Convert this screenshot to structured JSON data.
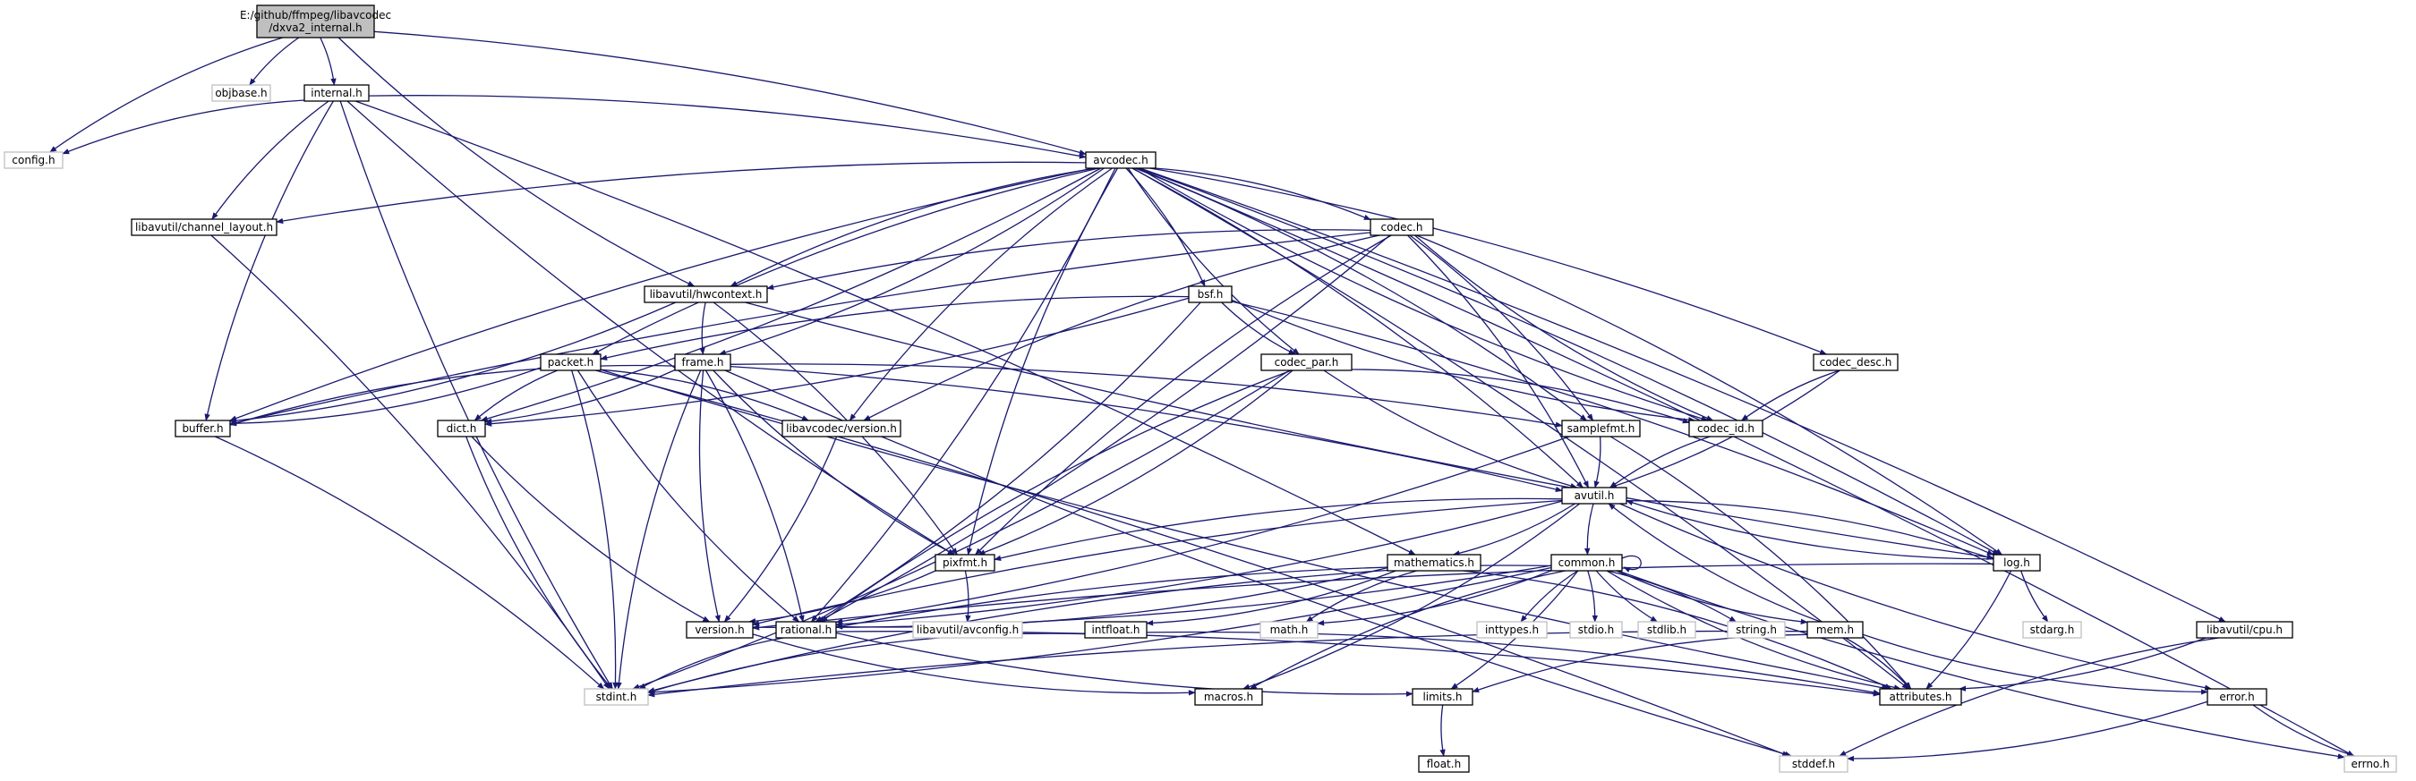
{
  "colors": {
    "edge": "#191970",
    "root_fill": "#bfbfbf",
    "node_fill": "#ffffff",
    "node_border": "#000000",
    "external_border": "#bfbfbf",
    "external_text": "#555555"
  },
  "nodes": [
    {
      "id": "root",
      "lines": [
        "E:/github/ffmpeg/libavcodec",
        "/dxva2_internal.h"
      ],
      "kind": "root"
    },
    {
      "id": "objbase",
      "lines": [
        "objbase.h"
      ],
      "kind": "external"
    },
    {
      "id": "internal",
      "lines": [
        "internal.h"
      ],
      "kind": "file"
    },
    {
      "id": "config",
      "lines": [
        "config.h"
      ],
      "kind": "external"
    },
    {
      "id": "avcodec",
      "lines": [
        "avcodec.h"
      ],
      "kind": "file"
    },
    {
      "id": "channel_layout",
      "lines": [
        "libavutil/channel_layout.h"
      ],
      "kind": "file"
    },
    {
      "id": "codec",
      "lines": [
        "codec.h"
      ],
      "kind": "file"
    },
    {
      "id": "hwcontext",
      "lines": [
        "libavutil/hwcontext.h"
      ],
      "kind": "file"
    },
    {
      "id": "bsf",
      "lines": [
        "bsf.h"
      ],
      "kind": "file"
    },
    {
      "id": "packet",
      "lines": [
        "packet.h"
      ],
      "kind": "file"
    },
    {
      "id": "frame",
      "lines": [
        "frame.h"
      ],
      "kind": "file"
    },
    {
      "id": "codec_par",
      "lines": [
        "codec_par.h"
      ],
      "kind": "file"
    },
    {
      "id": "codec_desc",
      "lines": [
        "codec_desc.h"
      ],
      "kind": "file"
    },
    {
      "id": "buffer",
      "lines": [
        "buffer.h"
      ],
      "kind": "file"
    },
    {
      "id": "dict",
      "lines": [
        "dict.h"
      ],
      "kind": "file"
    },
    {
      "id": "lavc_version",
      "lines": [
        "libavcodec/version.h"
      ],
      "kind": "file"
    },
    {
      "id": "samplefmt",
      "lines": [
        "samplefmt.h"
      ],
      "kind": "file"
    },
    {
      "id": "codec_id",
      "lines": [
        "codec_id.h"
      ],
      "kind": "file"
    },
    {
      "id": "avutil",
      "lines": [
        "avutil.h"
      ],
      "kind": "file"
    },
    {
      "id": "pixfmt",
      "lines": [
        "pixfmt.h"
      ],
      "kind": "file"
    },
    {
      "id": "mathematics",
      "lines": [
        "mathematics.h"
      ],
      "kind": "file"
    },
    {
      "id": "common",
      "lines": [
        "common.h"
      ],
      "kind": "file"
    },
    {
      "id": "log",
      "lines": [
        "log.h"
      ],
      "kind": "file"
    },
    {
      "id": "version",
      "lines": [
        "version.h"
      ],
      "kind": "file"
    },
    {
      "id": "rational",
      "lines": [
        "rational.h"
      ],
      "kind": "file"
    },
    {
      "id": "avconfig",
      "lines": [
        "libavutil/avconfig.h"
      ],
      "kind": "external"
    },
    {
      "id": "intfloat",
      "lines": [
        "intfloat.h"
      ],
      "kind": "file"
    },
    {
      "id": "math",
      "lines": [
        "math.h"
      ],
      "kind": "external"
    },
    {
      "id": "inttypes",
      "lines": [
        "inttypes.h"
      ],
      "kind": "external"
    },
    {
      "id": "stdio",
      "lines": [
        "stdio.h"
      ],
      "kind": "external"
    },
    {
      "id": "stdlib",
      "lines": [
        "stdlib.h"
      ],
      "kind": "external"
    },
    {
      "id": "string",
      "lines": [
        "string.h"
      ],
      "kind": "external"
    },
    {
      "id": "mem",
      "lines": [
        "mem.h"
      ],
      "kind": "file"
    },
    {
      "id": "stdarg",
      "lines": [
        "stdarg.h"
      ],
      "kind": "external"
    },
    {
      "id": "cpu",
      "lines": [
        "libavutil/cpu.h"
      ],
      "kind": "file"
    },
    {
      "id": "stdint",
      "lines": [
        "stdint.h"
      ],
      "kind": "external"
    },
    {
      "id": "macros",
      "lines": [
        "macros.h"
      ],
      "kind": "file"
    },
    {
      "id": "limits",
      "lines": [
        "limits.h"
      ],
      "kind": "file"
    },
    {
      "id": "attributes",
      "lines": [
        "attributes.h"
      ],
      "kind": "file"
    },
    {
      "id": "error",
      "lines": [
        "error.h"
      ],
      "kind": "file"
    },
    {
      "id": "float",
      "lines": [
        "float.h"
      ],
      "kind": "file"
    },
    {
      "id": "stddef",
      "lines": [
        "stddef.h"
      ],
      "kind": "external"
    },
    {
      "id": "errno",
      "lines": [
        "errno.h"
      ],
      "kind": "external"
    }
  ],
  "edges": [
    [
      "root",
      "objbase"
    ],
    [
      "root",
      "internal"
    ],
    [
      "root",
      "config"
    ],
    [
      "root",
      "avcodec"
    ],
    [
      "root",
      "hwcontext"
    ],
    [
      "internal",
      "config"
    ],
    [
      "internal",
      "avcodec"
    ],
    [
      "internal",
      "channel_layout"
    ],
    [
      "internal",
      "buffer"
    ],
    [
      "internal",
      "pixfmt"
    ],
    [
      "internal",
      "mathematics"
    ],
    [
      "internal",
      "stdint"
    ],
    [
      "avcodec",
      "channel_layout"
    ],
    [
      "avcodec",
      "codec"
    ],
    [
      "avcodec",
      "hwcontext"
    ],
    [
      "avcodec",
      "bsf"
    ],
    [
      "avcodec",
      "packet"
    ],
    [
      "avcodec",
      "frame"
    ],
    [
      "avcodec",
      "codec_par"
    ],
    [
      "avcodec",
      "codec_desc"
    ],
    [
      "avcodec",
      "buffer"
    ],
    [
      "avcodec",
      "dict"
    ],
    [
      "avcodec",
      "lavc_version"
    ],
    [
      "avcodec",
      "samplefmt"
    ],
    [
      "avcodec",
      "codec_id"
    ],
    [
      "avcodec",
      "avutil"
    ],
    [
      "avcodec",
      "pixfmt"
    ],
    [
      "avcodec",
      "rational"
    ],
    [
      "avcodec",
      "log"
    ],
    [
      "avcodec",
      "attributes"
    ],
    [
      "avcodec",
      "cpu"
    ],
    [
      "avcodec",
      "errno"
    ],
    [
      "channel_layout",
      "stdint"
    ],
    [
      "codec",
      "hwcontext"
    ],
    [
      "codec",
      "buffer"
    ],
    [
      "codec",
      "lavc_version"
    ],
    [
      "codec",
      "samplefmt"
    ],
    [
      "codec",
      "codec_id"
    ],
    [
      "codec",
      "avutil"
    ],
    [
      "codec",
      "pixfmt"
    ],
    [
      "codec",
      "rational"
    ],
    [
      "codec",
      "log"
    ],
    [
      "hwcontext",
      "frame"
    ],
    [
      "hwcontext",
      "buffer"
    ],
    [
      "hwcontext",
      "pixfmt"
    ],
    [
      "hwcontext",
      "log"
    ],
    [
      "bsf",
      "packet"
    ],
    [
      "bsf",
      "codec_par"
    ],
    [
      "bsf",
      "codec_id"
    ],
    [
      "bsf",
      "dict"
    ],
    [
      "bsf",
      "rational"
    ],
    [
      "bsf",
      "log"
    ],
    [
      "packet",
      "buffer"
    ],
    [
      "packet",
      "dict"
    ],
    [
      "packet",
      "lavc_version"
    ],
    [
      "packet",
      "attributes"
    ],
    [
      "packet",
      "rational"
    ],
    [
      "packet",
      "stdint"
    ],
    [
      "packet",
      "stddef"
    ],
    [
      "frame",
      "buffer"
    ],
    [
      "frame",
      "dict"
    ],
    [
      "frame",
      "avutil"
    ],
    [
      "frame",
      "samplefmt"
    ],
    [
      "frame",
      "pixfmt"
    ],
    [
      "frame",
      "rational"
    ],
    [
      "frame",
      "version"
    ],
    [
      "frame",
      "stdint"
    ],
    [
      "frame",
      "stddef"
    ],
    [
      "codec_par",
      "codec_id"
    ],
    [
      "codec_par",
      "avutil"
    ],
    [
      "codec_par",
      "pixfmt"
    ],
    [
      "codec_par",
      "rational"
    ],
    [
      "codec_par",
      "stdint"
    ],
    [
      "codec_desc",
      "codec_id"
    ],
    [
      "codec_desc",
      "avutil"
    ],
    [
      "buffer",
      "stdint"
    ],
    [
      "dict",
      "stdint"
    ],
    [
      "dict",
      "version"
    ],
    [
      "lavc_version",
      "version"
    ],
    [
      "samplefmt",
      "avutil"
    ],
    [
      "samplefmt",
      "attributes"
    ],
    [
      "samplefmt",
      "rational"
    ],
    [
      "codec_id",
      "avutil"
    ],
    [
      "avutil",
      "common"
    ],
    [
      "avutil",
      "mathematics"
    ],
    [
      "avutil",
      "log"
    ],
    [
      "avutil",
      "pixfmt"
    ],
    [
      "avutil",
      "rational"
    ],
    [
      "avutil",
      "version"
    ],
    [
      "avutil",
      "macros"
    ],
    [
      "avutil",
      "error"
    ],
    [
      "pixfmt",
      "avconfig"
    ],
    [
      "pixfmt",
      "version"
    ],
    [
      "mathematics",
      "rational"
    ],
    [
      "mathematics",
      "intfloat"
    ],
    [
      "mathematics",
      "math"
    ],
    [
      "mathematics",
      "attributes"
    ],
    [
      "mathematics",
      "stdint"
    ],
    [
      "common",
      "common"
    ],
    [
      "common",
      "inttypes"
    ],
    [
      "common",
      "stdio"
    ],
    [
      "common",
      "stdlib"
    ],
    [
      "common",
      "string"
    ],
    [
      "common",
      "mem"
    ],
    [
      "common",
      "math"
    ],
    [
      "common",
      "limits"
    ],
    [
      "common",
      "attributes"
    ],
    [
      "common",
      "macros"
    ],
    [
      "common",
      "version"
    ],
    [
      "common",
      "stdint"
    ],
    [
      "common",
      "errno"
    ],
    [
      "common",
      "rational"
    ],
    [
      "log",
      "avutil"
    ],
    [
      "log",
      "stdarg"
    ],
    [
      "log",
      "attributes"
    ],
    [
      "log",
      "version"
    ],
    [
      "version",
      "macros"
    ],
    [
      "rational",
      "stdint"
    ],
    [
      "rational",
      "limits"
    ],
    [
      "rational",
      "attributes"
    ],
    [
      "intfloat",
      "stdint"
    ],
    [
      "intfloat",
      "attributes"
    ],
    [
      "mem",
      "avutil"
    ],
    [
      "mem",
      "attributes"
    ],
    [
      "mem",
      "error"
    ],
    [
      "mem",
      "limits"
    ],
    [
      "mem",
      "stdint"
    ],
    [
      "cpu",
      "attributes"
    ],
    [
      "cpu",
      "stddef"
    ],
    [
      "error",
      "errno"
    ],
    [
      "error",
      "stddef"
    ],
    [
      "limits",
      "float"
    ]
  ]
}
